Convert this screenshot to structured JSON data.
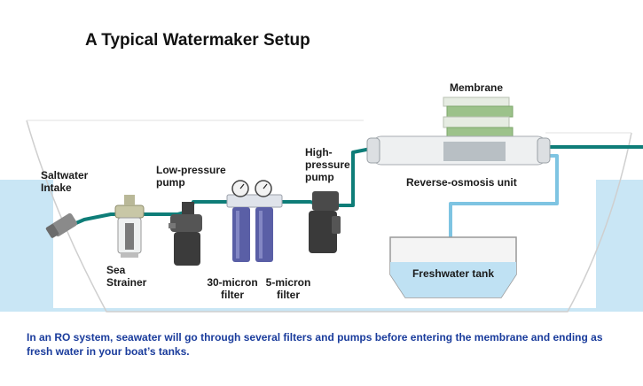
{
  "title": "A Typical Watermaker Setup",
  "labels": {
    "saltwater_intake": "Saltwater Intake",
    "low_pressure_pump": "Low-pressure pump",
    "sea_strainer": "Sea Strainer",
    "filter_30_micron": "30-micron filter",
    "filter_5_micron": "5-micron filter",
    "high_pressure_pump": "High-pressure pump",
    "membrane": "Membrane",
    "reverse_osmosis_unit": "Reverse-osmosis unit",
    "freshwater_tank": "Freshwater tank"
  },
  "caption": "In an RO system, seawater will go through several filters and pumps before entering the membrane and ending as fresh water in your boat’s tanks.",
  "colors": {
    "seawater_pipe": "#0e7d78",
    "freshwater_pipe": "#7ec4e2",
    "sea": "#c9e6f5",
    "hull_outline": "#cfcfcf",
    "caption_text": "#1a3c9c",
    "membrane_green": "#9cc28a",
    "filter_blue": "#5a5fa6"
  }
}
